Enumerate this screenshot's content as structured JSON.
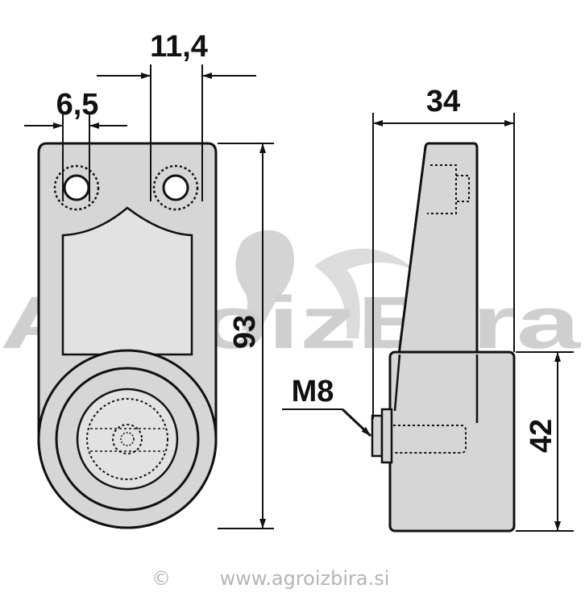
{
  "dimensions": {
    "hole_offset": "6,5",
    "hole_spacing": "11,4",
    "depth": "34",
    "height": "93",
    "lower_height": "42",
    "thread": "M8"
  },
  "watermark": {
    "brand": "AgroizBira"
  },
  "footer": {
    "copyright_symbol": "©",
    "website": "www.agroizbira.si"
  },
  "colors": {
    "part_fill": "#d6d6d6",
    "outline": "#111111",
    "watermark": "#cfcfcf",
    "background": "#ffffff"
  }
}
